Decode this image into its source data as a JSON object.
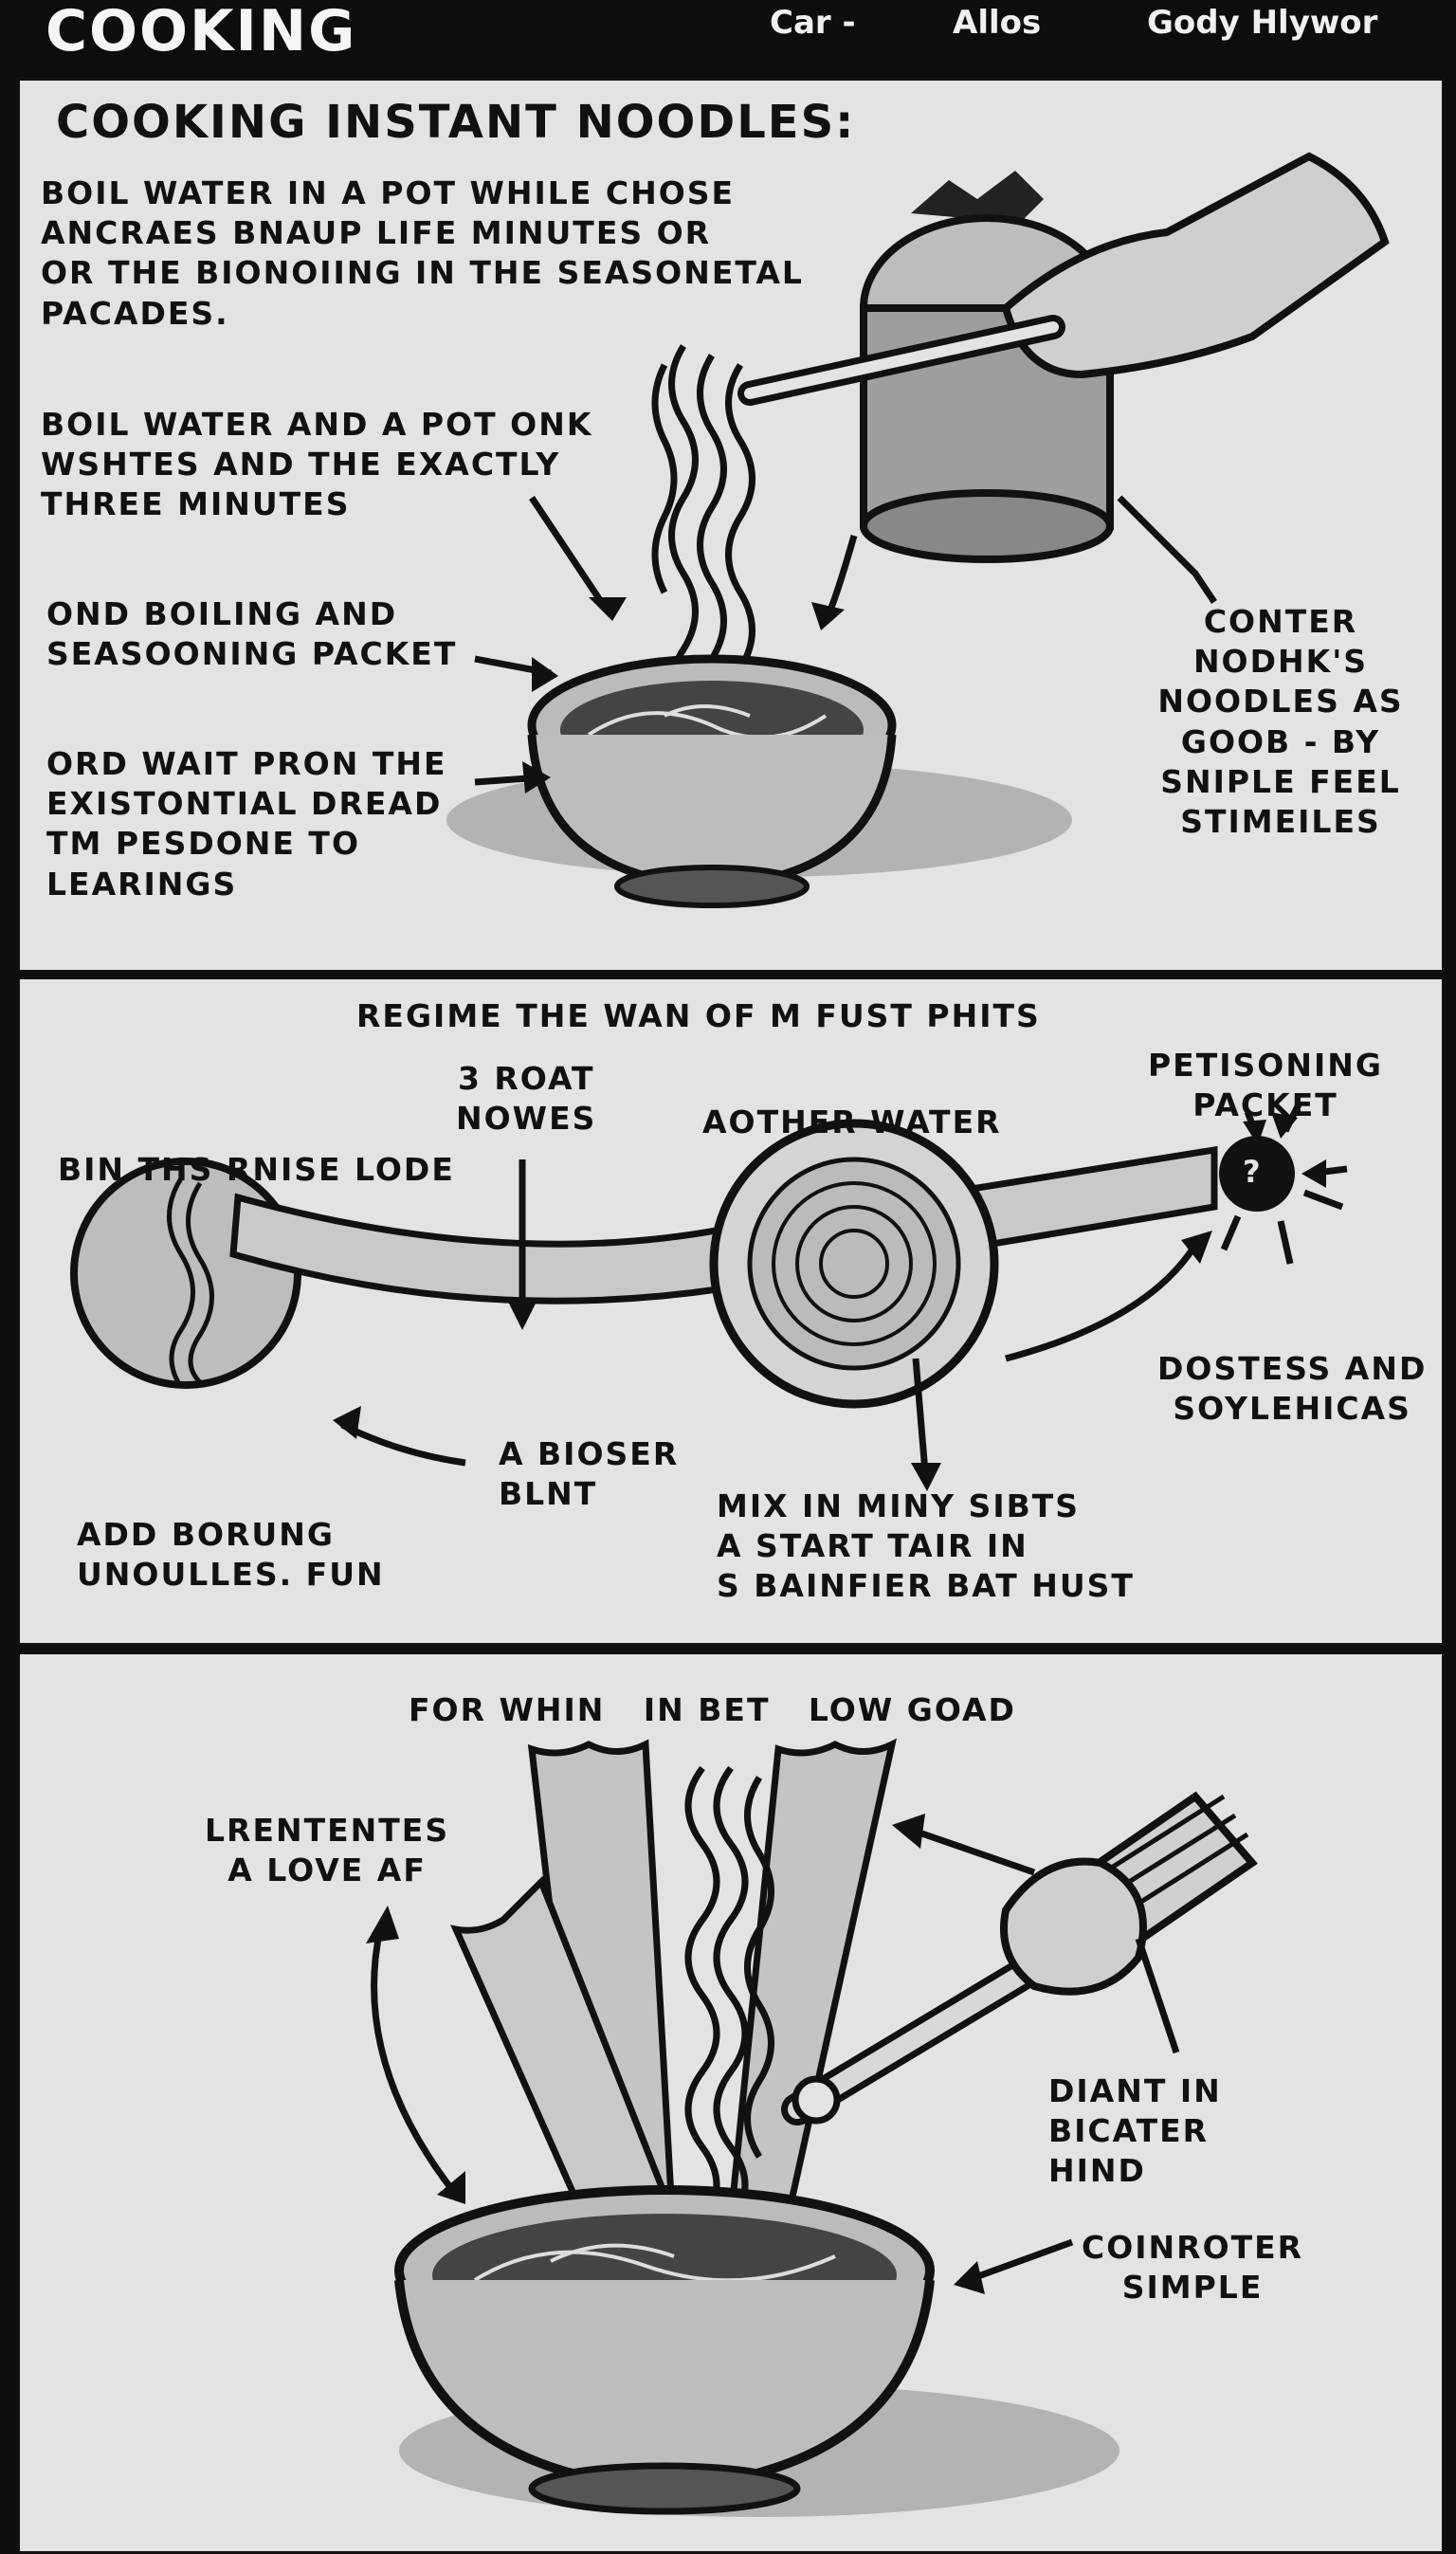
{
  "header": {
    "brand": "COOKING",
    "nav": [
      "Car -",
      "Allos",
      "Gody Hlywor"
    ]
  },
  "panel1": {
    "title": "COOKING INSTANT NOODLES:",
    "text1": "BOIL WATER IN A POT WHILE CHOSE\nANCRAES BNAUP LIFE MINUTES OR\nOR THE BIONOIING IN THE SEASONETAL\nPACADES.",
    "text2": "BOIL WATER AND A POT ONK\nWSHTES AND THE EXACTLY\nTHREE MINUTES",
    "text3": "OND BOILING AND\nSEASOONING PACKET",
    "text4": "ORD WAIT PRON THE\nEXISTONTIAL DREAD\nTM PESDONE TO\nLEARINGS",
    "text5": "CONTER\nNODHK'S\nNOODLES AS\nGOOB - BY\nSNIPLE FEEL\nSTIMEILES"
  },
  "panel2": {
    "title": "REGIME THE WAN OF M FUST PHITS",
    "label_a": "BIN THS RNISE LODE",
    "label_b": "3 ROAT\nNOWES",
    "label_c": "AOTHER WATER",
    "label_d": "PETISONING\nPACKET",
    "label_e": "DOSTESS AND\nSOYLEHICAS",
    "label_f": "A BIOSER\nBLNT",
    "label_g": "ADD BORUNG\nUNOULLES. FUN",
    "label_h": "MIX IN MINY SIBTS\nA START TAIR IN\nS BAINFIER BAT HUST",
    "packet_glyph": "?"
  },
  "panel3": {
    "title": "FOR WHIN   IN BET   LOW GOAD",
    "label_a": "LRENTENTES\nA LOVE AF",
    "label_b": "DIANT IN\nBICATER\nHIND",
    "label_c": "COINROTER\nSIMPLE"
  }
}
